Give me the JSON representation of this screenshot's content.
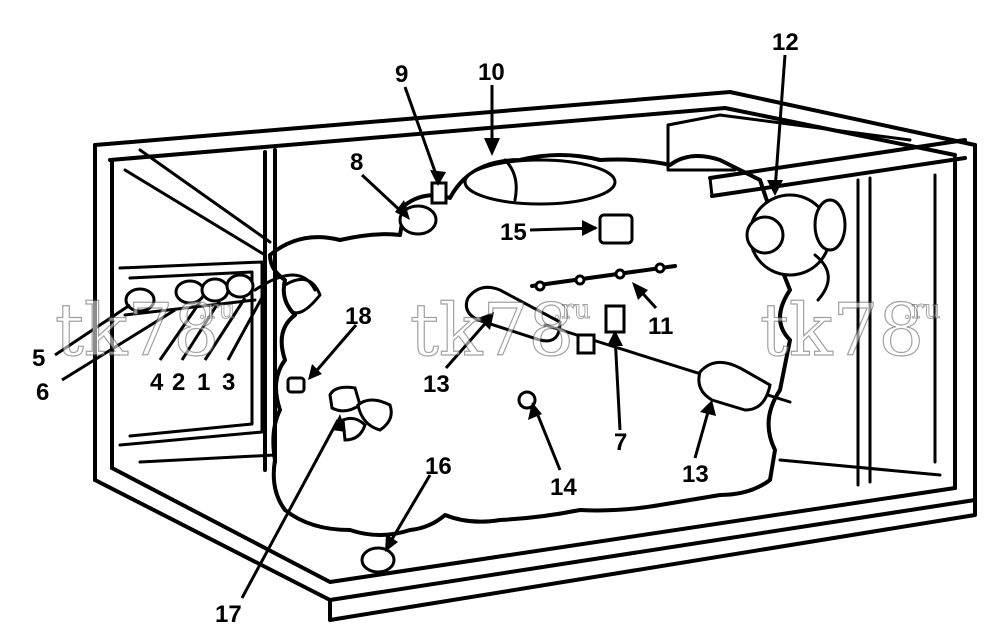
{
  "diagram": {
    "colors": {
      "line": "#000000",
      "background": "#ffffff",
      "watermark_stroke": "#555555"
    },
    "watermark": {
      "text": "tk78",
      "superscript": ".ru"
    },
    "callouts": [
      {
        "id": "c1",
        "label": "1"
      },
      {
        "id": "c2",
        "label": "2"
      },
      {
        "id": "c3",
        "label": "3"
      },
      {
        "id": "c4",
        "label": "4"
      },
      {
        "id": "c5",
        "label": "5"
      },
      {
        "id": "c6",
        "label": "6"
      },
      {
        "id": "c7",
        "label": "7"
      },
      {
        "id": "c8",
        "label": "8"
      },
      {
        "id": "c9",
        "label": "9"
      },
      {
        "id": "c10",
        "label": "10"
      },
      {
        "id": "c11",
        "label": "11"
      },
      {
        "id": "c12",
        "label": "12"
      },
      {
        "id": "c13a",
        "label": "13"
      },
      {
        "id": "c13b",
        "label": "13"
      },
      {
        "id": "c14",
        "label": "14"
      },
      {
        "id": "c15",
        "label": "15"
      },
      {
        "id": "c16",
        "label": "16"
      },
      {
        "id": "c17",
        "label": "17"
      },
      {
        "id": "c18",
        "label": "18"
      }
    ]
  }
}
